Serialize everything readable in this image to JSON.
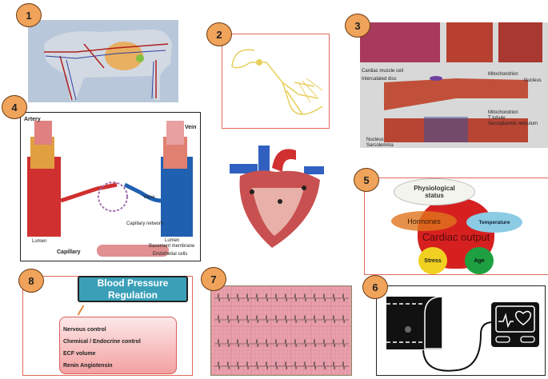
{
  "badges": [
    "1",
    "2",
    "3",
    "4",
    "5",
    "6",
    "7",
    "8"
  ],
  "panel3": {
    "labels": [
      "Cardiac muscle cell",
      "Intercalated disc",
      "Mitochondrion",
      "Nucleus",
      "Mitochondrion",
      "T tubule",
      "Sarcoplasmic reticulum",
      "Nucleus",
      "Sarcolemma"
    ]
  },
  "panel4": {
    "artery": "Artery",
    "vein": "Vein",
    "valve": "Valve",
    "capillary_network": "Capillary network",
    "lumen_left": "Lumen",
    "lumen_right": "Lumen",
    "capillary": "Capillary",
    "basement_membrane": "Basement membrane",
    "endothelial_cells": "Endothelial cells"
  },
  "panel5": {
    "center": "Cardiac output",
    "physiological": "Physiological status",
    "hormones": "Hormones",
    "temperature": "Temperature",
    "stress": "Stress",
    "age": "Age",
    "colors": {
      "center": "#d62020",
      "physiological": "#f4f4ee",
      "hormones": "#e0761e",
      "temperature": "#8ccbe4",
      "stress": "#f0d020",
      "age": "#1ea040"
    }
  },
  "panel8": {
    "title": "Blood Pressure Regulation",
    "items": [
      "Nervous control",
      "Chemical / Endocrine control",
      "ECF volume",
      "Renin Angiotensin"
    ],
    "title_color": "#3aa0b8"
  }
}
